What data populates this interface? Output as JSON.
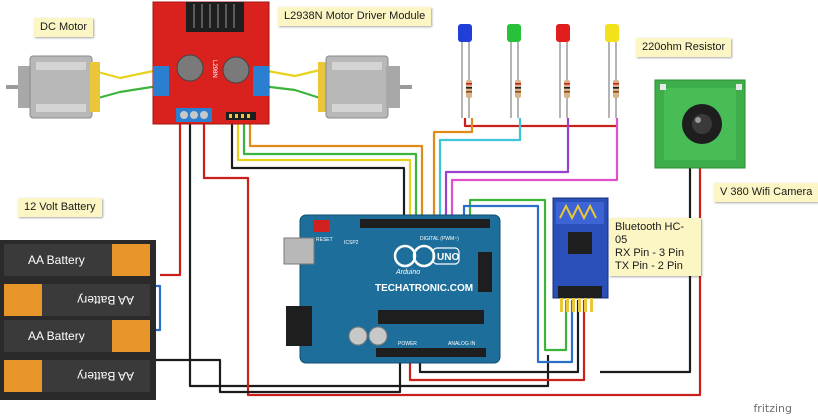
{
  "labels": {
    "dc_motor": "DC Motor",
    "motor_driver": "L2938N Motor Driver Module",
    "resistor": "220ohm  Resistor",
    "battery": "12 Volt Battery",
    "camera": "V 380 Wifi Camera",
    "bluetooth_line1": "Bluetooth HC-05",
    "bluetooth_line2": "RX Pin - 3 Pin",
    "bluetooth_line3": "TX Pin - 2 Pin"
  },
  "batteries": [
    "AA Battery",
    "AA Battery",
    "AA Battery",
    "AA Battery"
  ],
  "arduino": {
    "brand": "TECHATRONIC.COM",
    "logo_text": "UNO",
    "arduino_word": "Arduino",
    "reset_label": "RESET",
    "icsp_label": "ICSP2",
    "digital_label": "DIGITAL (PWM~)",
    "power_label": "POWER",
    "analog_label": "ANALOG IN"
  },
  "led_colors": [
    "#1f3fd8",
    "#27c23a",
    "#e01e1e",
    "#f2e21a"
  ],
  "wire_colors": {
    "red": "#c8201a",
    "black": "#1c1c1c",
    "brown": "#8a4a14",
    "orange": "#e08a1a",
    "yellow": "#e8d21a",
    "green": "#3cb43c",
    "blue": "#2c6fc8",
    "cyan": "#3ec6d8",
    "pink": "#e050c8",
    "purple": "#9a40d0",
    "white": "#ffffff"
  },
  "footer": "fritzing"
}
